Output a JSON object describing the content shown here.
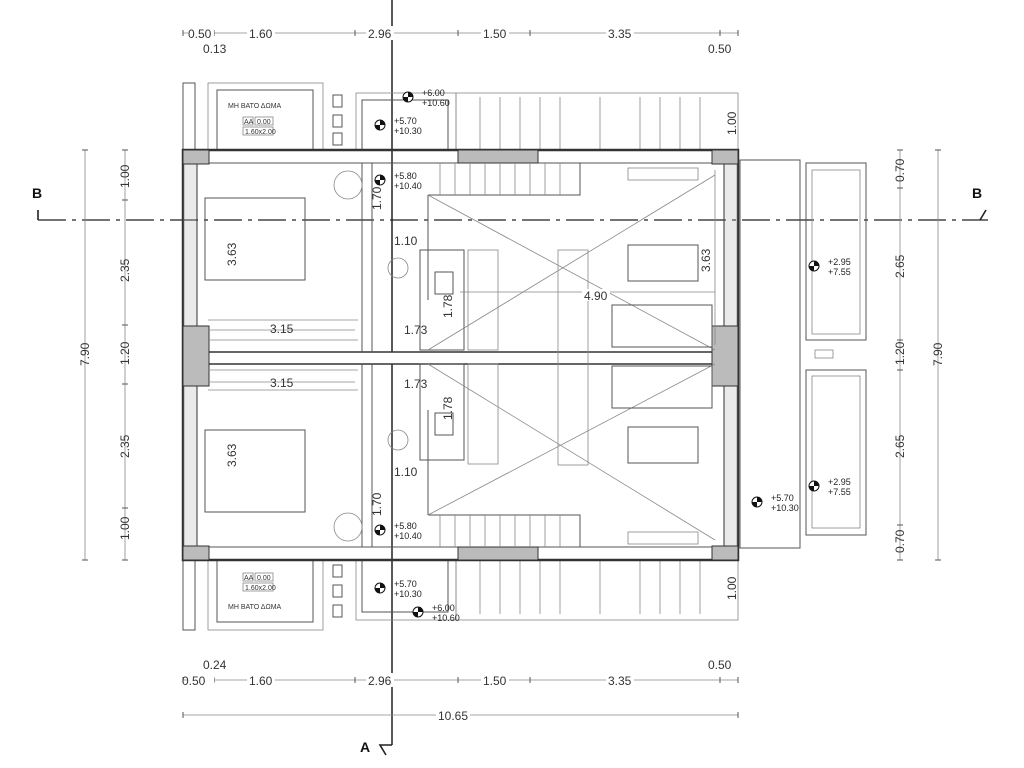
{
  "section_marks": {
    "a": "A",
    "b_left": "B",
    "b_right": "B"
  },
  "top_dims": {
    "d1": "0.50",
    "d2": "1.60",
    "d3": "2.96",
    "d4": "1.50",
    "d5": "3.35",
    "sub_left": "0.13",
    "sub_right": "0.50"
  },
  "bottom_dims": {
    "d1": "0.50",
    "d2": "1.60",
    "d3": "2.96",
    "d4": "1.50",
    "d5": "3.35",
    "sub_left": "0.24",
    "sub_right": "0.50",
    "total": "10.65"
  },
  "left_dims": {
    "a": "1.00",
    "b": "2.35",
    "c": "1.20",
    "d": "2.35",
    "e": "1.00",
    "total": "7.90"
  },
  "right_dims": {
    "a": "0.70",
    "b": "2.65",
    "c": "1.20",
    "d": "2.65",
    "e": "0.70",
    "total": "7.90"
  },
  "roof_dims": {
    "top": "1.00",
    "bottom": "1.00"
  },
  "roof_label": {
    "title": "ΜΗ ΒΑΤΟ ΔΩΜΑ",
    "code": "AA",
    "value": "0.00",
    "size": "1.60x2.00"
  },
  "elevations": [
    {
      "a": "+6.00",
      "b": "+10.60"
    },
    {
      "a": "+5.70",
      "b": "+10.30"
    },
    {
      "a": "+5.80",
      "b": "+10.40"
    },
    {
      "a": "+5.80",
      "b": "+10.40"
    },
    {
      "a": "+5.70",
      "b": "+10.30"
    },
    {
      "a": "+6.00",
      "b": "+10.60"
    },
    {
      "a": "+2.95",
      "b": "+7.55"
    },
    {
      "a": "+2.95",
      "b": "+7.55"
    },
    {
      "a": "+5.70",
      "b": "+10.30"
    }
  ],
  "upper_unit": {
    "bed_depth": "3.63",
    "bed_width": "3.15",
    "bath_width": "1.73",
    "bath_depth": "1.78",
    "hall_width": "1.10",
    "hall_depth": "1.70",
    "living_width": "4.90",
    "living_depth": "3.63"
  },
  "lower_unit": {
    "bed_depth": "3.63",
    "bed_width": "3.15",
    "bath_width": "1.73",
    "bath_depth": "1.78",
    "hall_width": "1.10",
    "hall_depth": "1.70"
  }
}
